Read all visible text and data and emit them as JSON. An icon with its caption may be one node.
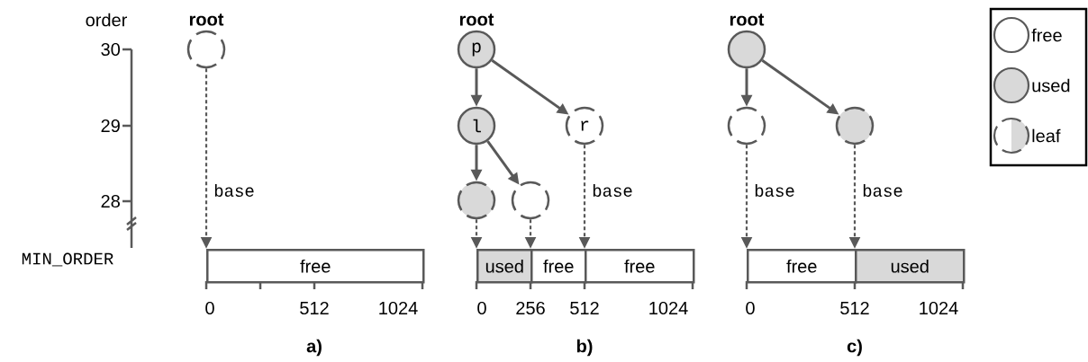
{
  "diagram": {
    "nodes": [
      {
        "text": [],
        "shape": "circle",
        "beside": [
          "root"
        ]
      },
      {
        "text": [
          "free"
        ]
      },
      {
        "text": [
          "p"
        ],
        "beside": [
          "root"
        ]
      },
      {
        "text": [
          "l"
        ]
      },
      {
        "text": [
          "r"
        ]
      },
      {
        "text": [],
        "shape": "circle"
      },
      {
        "text": [],
        "shape": "circle"
      },
      {
        "text": [
          "used"
        ]
      },
      {
        "text": [
          "free"
        ]
      },
      {
        "text": [
          "free"
        ]
      },
      {
        "text": [],
        "shape": "circle",
        "beside": [
          "root"
        ]
      },
      {
        "text": [],
        "shape": "circle"
      },
      {
        "text": [],
        "shape": "circle"
      },
      {
        "text": [
          "free"
        ]
      },
      {
        "text": [
          "used"
        ]
      }
    ],
    "edges": [
      {
        "from": 0,
        "to": 1,
        "arrow": "to",
        "style": "dashed",
        "label": "base"
      },
      {
        "from": 2,
        "to": 3,
        "arrow": "to"
      },
      {
        "from": 2,
        "to": 4,
        "arrow": "to"
      },
      {
        "from": 3,
        "to": 5,
        "arrow": "to"
      },
      {
        "from": 3,
        "to": 6,
        "arrow": "to"
      },
      {
        "from": 5,
        "to": 7,
        "arrow": "to",
        "style": "dashed"
      },
      {
        "from": 6,
        "to": 8,
        "arrow": "to",
        "style": "dashed"
      },
      {
        "from": 4,
        "to": 9,
        "arrow": "to",
        "style": "dashed",
        "label": "base"
      },
      {
        "from": 10,
        "to": 11,
        "arrow": "to"
      },
      {
        "from": 10,
        "to": 12,
        "arrow": "to"
      },
      {
        "from": 11,
        "to": 13,
        "arrow": "to",
        "style": "dashed",
        "label": "base"
      },
      {
        "from": 12,
        "to": 14,
        "arrow": "to",
        "style": "dashed",
        "label": "base"
      }
    ],
    "labels": [
      "order",
      "30",
      "29",
      "28",
      "MIN_ORDER",
      "0",
      "512",
      "1024",
      "a)",
      "0",
      "256",
      "512",
      "1024",
      "b)",
      "0",
      "512",
      "1024",
      "c)"
    ],
    "legend": [
      {
        "text": "free"
      },
      {
        "text": "used"
      },
      {
        "text": "leaf"
      }
    ]
  }
}
